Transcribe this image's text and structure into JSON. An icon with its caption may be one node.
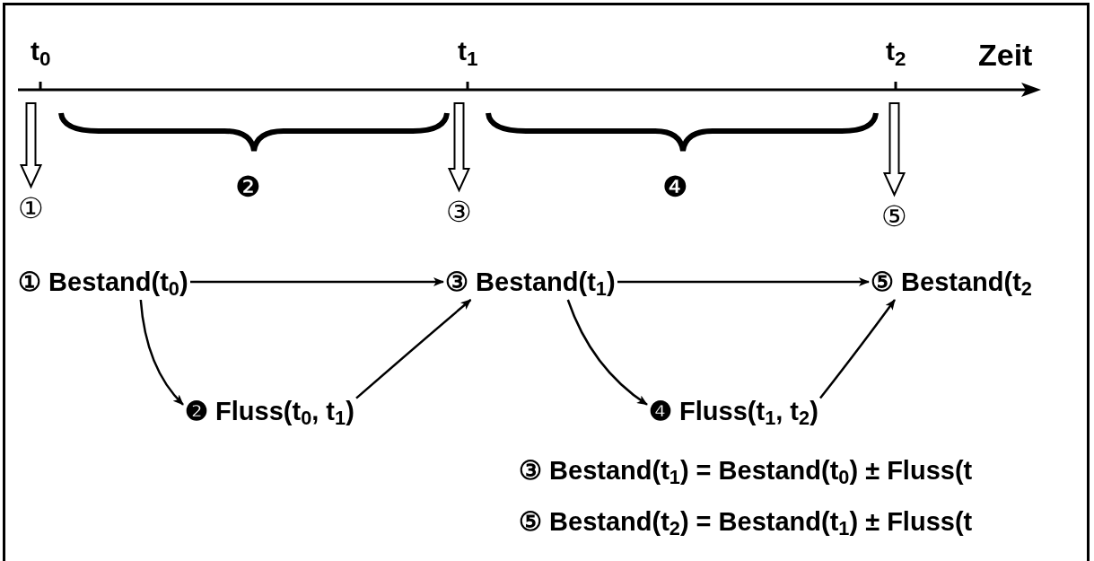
{
  "diagram": {
    "nodes": [
      {
        "text": [
          "① Bestand(t$_{0}$)"
        ]
      },
      {
        "text": [
          "③ Bestand(t$_{1}$)"
        ]
      },
      {
        "text": [
          "⑤ Bestand(t$_{2}$"
        ]
      },
      {
        "text": [
          "❷ Fluss(t$_{0}$, t$_{1}$)"
        ]
      },
      {
        "text": [
          "❹ Fluss(t$_{1}$, t$_{2}$)"
        ]
      },
      {
        "text": [
          "①"
        ]
      },
      {
        "text": [
          "③"
        ]
      },
      {
        "text": [
          "⑤"
        ]
      }
    ],
    "edges": [
      {
        "from": 0,
        "to": 1,
        "arrow": "to"
      },
      {
        "from": 1,
        "to": 2,
        "arrow": "to"
      },
      {
        "from": 0,
        "to": 3,
        "arrow": "to"
      },
      {
        "from": 3,
        "to": 1,
        "arrow": "to"
      },
      {
        "from": 1,
        "to": 4,
        "arrow": "to"
      },
      {
        "from": 4,
        "to": 2,
        "arrow": "to"
      },
      {
        "from": null,
        "to": 5,
        "arrow": "to",
        "style": "thick"
      },
      {
        "from": null,
        "to": 6,
        "arrow": "to",
        "style": "thick"
      },
      {
        "from": null,
        "to": 7,
        "arrow": "to",
        "style": "thick"
      }
    ],
    "labels": [
      "t$_{0}$",
      "t$_{1}$",
      "t$_{2}$",
      "Zeit",
      "❷",
      "❹",
      "③ Bestand(t$_{1}$) = Bestand(t$_{0}$) ± Fluss(t",
      "⑤ Bestand(t$_{2}$) = Bestand(t$_{1}$) ± Fluss(t"
    ]
  }
}
